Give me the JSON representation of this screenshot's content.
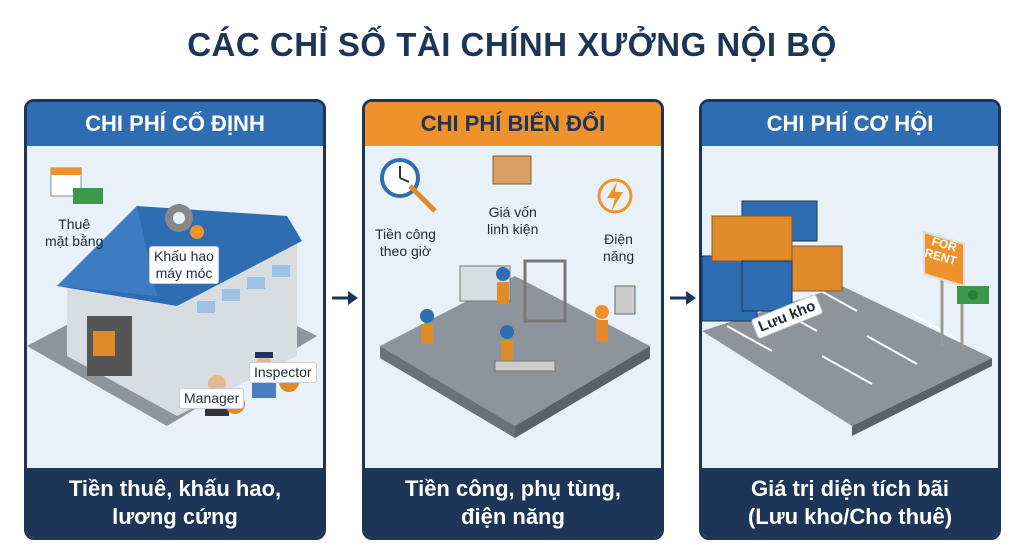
{
  "title": "CÁC CHỈ SỐ TÀI CHÍNH XƯỞNG NỘI BỘ",
  "panels": [
    {
      "header": "CHI PHÍ CỐ ĐỊNH",
      "labels": {
        "rent": [
          "Thuê",
          "mặt bằng"
        ],
        "depreciation": [
          "Khấu hao",
          "máy móc"
        ],
        "manager": "Manager",
        "inspector": "Inspector"
      },
      "footer": [
        "Tiền thuê, khấu hao,",
        "lương cứng"
      ]
    },
    {
      "header": "CHI PHÍ BIẾN ĐỔI",
      "labels": {
        "wage": [
          "Tiền công",
          "theo giờ"
        ],
        "parts": [
          "Giá vốn",
          "linh kiện"
        ],
        "power": [
          "Điện",
          "năng"
        ]
      },
      "footer": [
        "Tiền công, phụ tùng,",
        "điện năng"
      ]
    },
    {
      "header": "CHI PHÍ CƠ HỘI",
      "labels": {
        "storage": "Lưu kho",
        "sign": [
          "FOR",
          "RENT"
        ]
      },
      "footer": [
        "Giá trị diện tích bãi",
        "(Lưu kho/Cho thuê)"
      ]
    }
  ],
  "colors": {
    "navy": "#1d3557",
    "blue": "#2f6db3",
    "orange": "#f0922b"
  }
}
